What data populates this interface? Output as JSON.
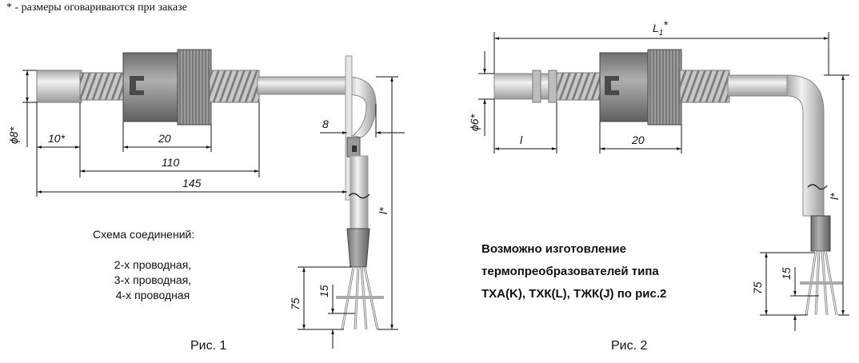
{
  "note": "* - размеры оговариваются при заказе",
  "fig1": {
    "caption": "Рис. 1",
    "dims": {
      "d": "ϕ8*",
      "a": "10*",
      "b": "20",
      "c": "110",
      "e": "145",
      "f": "8",
      "g": "l*",
      "h": "75",
      "i": "15"
    },
    "schema_title": "Схема соединений:",
    "schema_items": [
      "2-х проводная,",
      "3-х проводная,",
      "4-х проводная"
    ]
  },
  "fig2": {
    "caption": "Рис. 2",
    "dims": {
      "L": "L",
      "L_sub": "1",
      "L_star": "*",
      "d": "ϕ6*",
      "l": "l",
      "b": "20",
      "g": "l*",
      "h": "75",
      "i": "15"
    },
    "bold_lines": [
      "Возможно изготовление",
      "термопреобразователей типа",
      "ТХА(K), ТХК(L), ТЖК(J) по рис.2"
    ]
  },
  "colors": {
    "body": "#cfcfcf",
    "dark": "#8a8a8a",
    "line": "#111111"
  }
}
